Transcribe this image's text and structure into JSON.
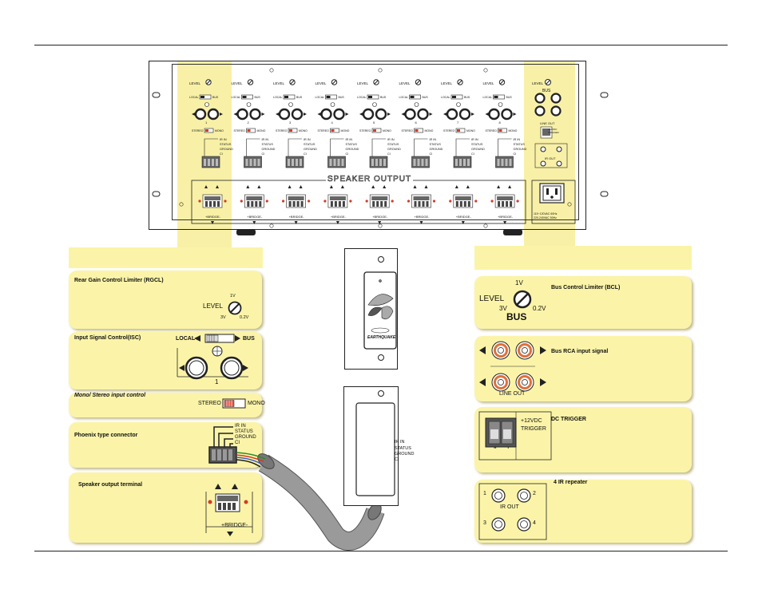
{
  "rack": {
    "speaker_output_title": "SPEAKER OUTPUT",
    "level_label": "LEVEL",
    "local_label": "LOCAL",
    "bus_label": "BUS",
    "stereo_label": "STEREO",
    "mono_label": "MONO",
    "ir_in_label": "IR  IN",
    "status_label": "STATUS",
    "ground_label": "GROUND",
    "ci_label": "CI",
    "bridge_label": "+BRIDGE-",
    "line_out_label": "LINE OUT",
    "ir_out_label": "IR OUT",
    "trigger_label": "+12VDC TRIGGER",
    "power_label_1": "115~120VAC 60Hz",
    "power_label_2": "220-240VAC 50Hz",
    "channel_numbers": [
      "1",
      "2",
      "3",
      "4",
      "5",
      "6",
      "7",
      "8"
    ],
    "bus_knob_label": "BUS"
  },
  "left_panels": {
    "rgcl": {
      "title": "Rear Gain Control Limiter (RGCL)",
      "level": "LEVEL",
      "v1": "1V",
      "v3": "3V",
      "v02": "0.2V"
    },
    "isc": {
      "title": "Input Signal Control(ISC)",
      "local": "LOCAL",
      "bus": "BUS",
      "number": "1"
    },
    "stereo": {
      "title": "Mono/ Stereo input control",
      "stereo": "STEREO",
      "mono": "MONO"
    },
    "phoenix": {
      "title": "Phoenix type connector",
      "ir_in": "IR  IN",
      "status": "STATUS",
      "ground": "GROUND",
      "ci": "CI"
    },
    "speaker": {
      "title": "Speaker output terminal",
      "bridge": "+BRIDGE-"
    }
  },
  "keypad": {
    "ir_in": "IR  IN",
    "status": "STATUS",
    "ground": "GROUND",
    "ci": "CI",
    "brand": "EARTHQUAKE"
  },
  "right_panels": {
    "bcl": {
      "title": "Bus Control Limiter (BCL)",
      "level": "LEVEL",
      "v1": "1V",
      "v3": "3V",
      "v02": "0.2V",
      "bus": "BUS"
    },
    "rca": {
      "title": "Bus RCA input signal",
      "line_out": "LINE OUT"
    },
    "trigger": {
      "title": "DC TRIGGER",
      "line1": "+12VDC",
      "line2": "TRIGGER",
      "minus": "-",
      "plus": "+"
    },
    "ir": {
      "title": "4 IR repeater",
      "ir_out": "IR OUT",
      "n1": "1",
      "n2": "2",
      "n3": "3",
      "n4": "4"
    }
  },
  "colors": {
    "panel": "#fbf4a8",
    "highlight": "#f7efa0",
    "rca_ring": "#e0703a",
    "switch_red": "#d23a2a",
    "cable": "#9a9a9a"
  }
}
